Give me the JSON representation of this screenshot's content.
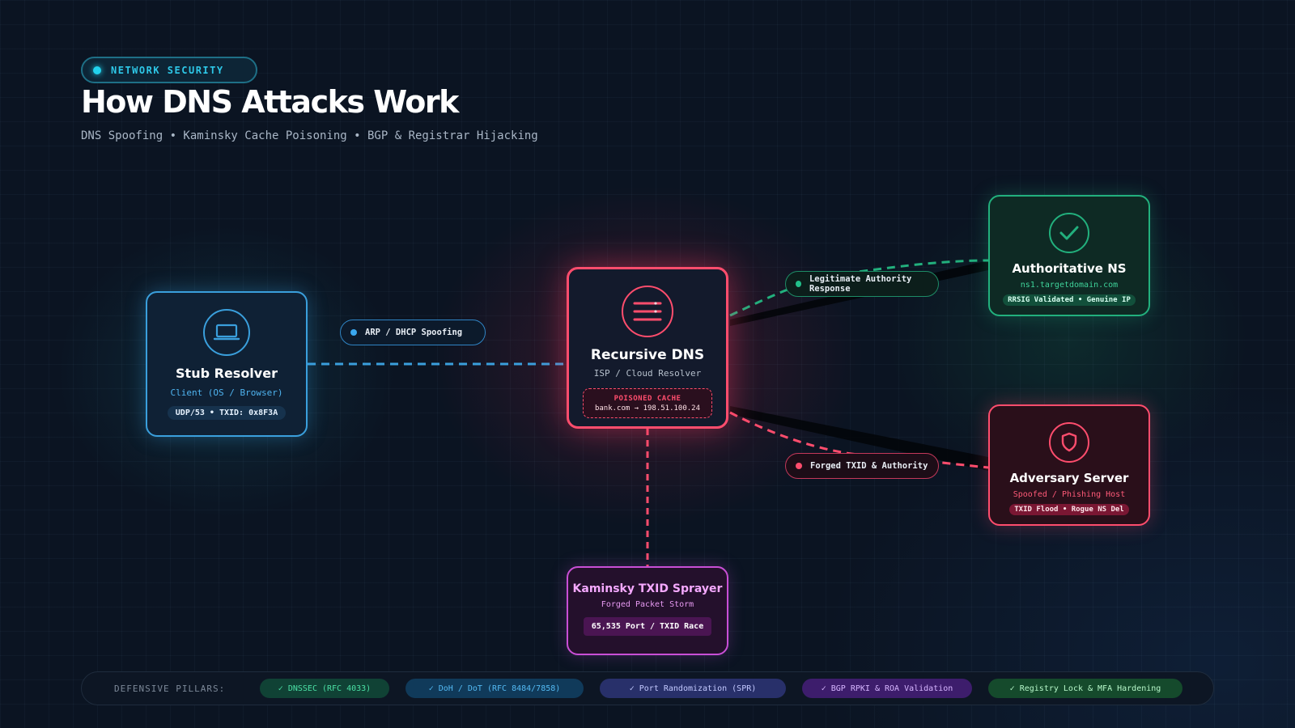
{
  "header": {
    "badge": "NETWORK SECURITY",
    "title": "How DNS Attacks Work",
    "subtitle": "DNS Spoofing • Kaminsky Cache Poisoning • BGP & Registrar Hijacking"
  },
  "nodes": {
    "stub": {
      "icon": "laptop-icon",
      "title": "Stub Resolver",
      "subtitle": "Client (OS / Browser)",
      "chip": "UDP/53 • TXID: 0x8F3A",
      "color": "#3a9fdc"
    },
    "recursive": {
      "icon": "server-stack-icon",
      "title": "Recursive DNS",
      "subtitle": "ISP / Cloud Resolver",
      "cache_label": "POISONED CACHE",
      "cache_value": "bank.com → 198.51.100.24",
      "color": "#ff4d6d"
    },
    "authoritative": {
      "icon": "check-icon",
      "title": "Authoritative NS",
      "subtitle": "ns1.targetdomain.com",
      "chip": "RRSIG Validated • Genuine IP",
      "color": "#22b07d"
    },
    "adversary": {
      "icon": "shield-icon",
      "title": "Adversary Server",
      "subtitle": "Spoofed / Phishing Host",
      "chip": "TXID Flood • Rogue NS Del",
      "color": "#ff4d6d"
    },
    "kaminsky": {
      "title": "Kaminsky TXID Sprayer",
      "subtitle": "Forged Packet Storm",
      "chip": "65,535 Port / TXID Race",
      "color": "#c94fd6"
    }
  },
  "edges": {
    "arp": "ARP / DHCP Spoofing",
    "legit": "Legitimate Authority Response",
    "forged": "Forged TXID & Authority"
  },
  "footer": {
    "label": "DEFENSIVE PILLARS:",
    "pillars": [
      "✓ DNSSEC (RFC 4033)",
      "✓ DoH / DoT (RFC 8484/7858)",
      "✓ Port Randomization (SPR)",
      "✓ BGP RPKI & ROA Validation",
      "✓ Registry Lock & MFA Hardening"
    ]
  }
}
